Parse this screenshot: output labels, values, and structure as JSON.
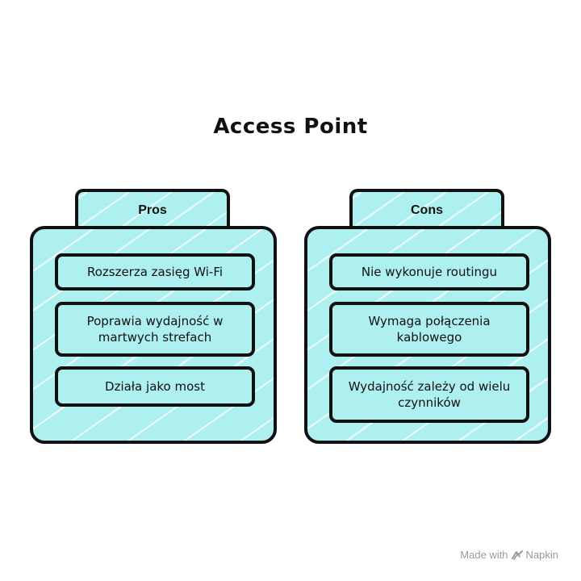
{
  "title": "Access Point",
  "columns": [
    {
      "header": "Pros",
      "items": [
        "Rozszerza zasięg Wi-Fi",
        "Poprawia wydajność w martwych strefach",
        "Działa jako most"
      ]
    },
    {
      "header": "Cons",
      "items": [
        "Nie wykonuje routingu",
        "Wymaga połączenia kablowego",
        "Wydajność zależy od wielu czynników"
      ]
    }
  ],
  "watermark": {
    "prefix": "Made with",
    "brand": "Napkin",
    "icon": "napkin-logo-icon"
  },
  "colors": {
    "card_fill": "#aeeff0",
    "outline": "#111111",
    "watermark_text": "#9a9a9a"
  }
}
